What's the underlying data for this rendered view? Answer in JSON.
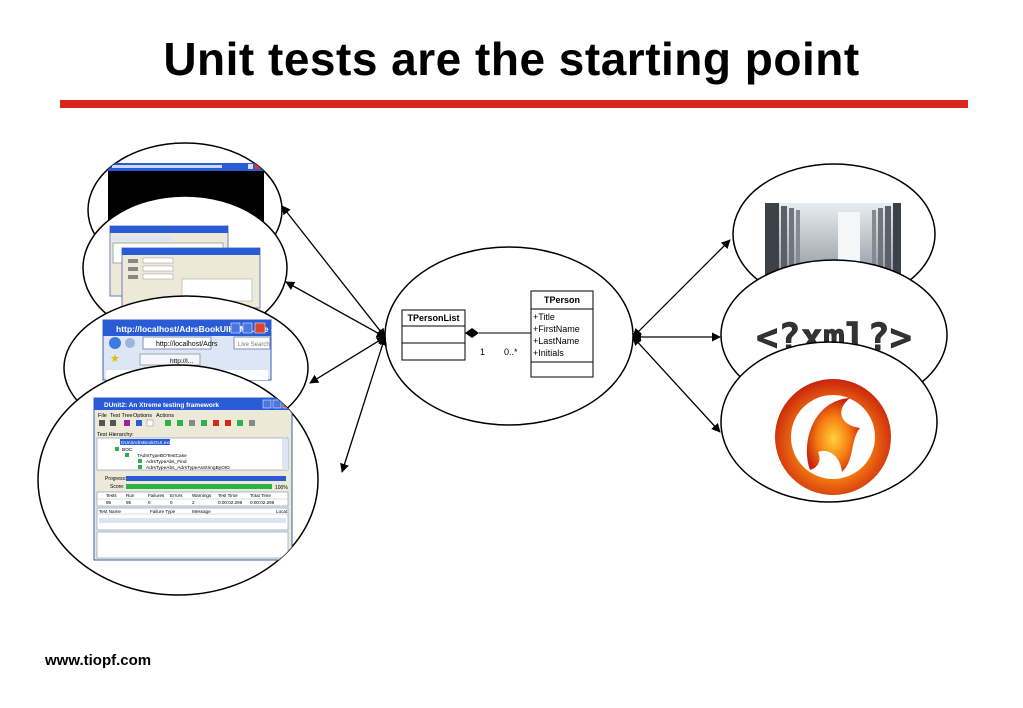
{
  "title": "Unit tests are the starting point",
  "footer": "www.tiopf.com",
  "uml": {
    "class_a": "TPersonList",
    "class_b": "TPerson",
    "attributes": [
      "+Title",
      "+FirstName",
      "+LastName",
      "+Initials"
    ],
    "mult_left": "1",
    "mult_right": "0..*"
  },
  "browser": {
    "title": "http://localhost/AdrsBookUIHTML.exe - ...",
    "address": "http://localhost/Adrs",
    "search": "Live Search",
    "tab": "http://l..."
  },
  "dunit": {
    "title": "DUnit2: An Xtreme testing framework",
    "menu": [
      "File",
      "Test Tree",
      "Options",
      "Actions"
    ],
    "hierarchy_label": "Test Hierarchy:",
    "tree": [
      "DUnitAdrsBookGUI.exe",
      "BOC",
      "TAdrsTypeBOTestCase",
      "AdrsTypeAbs_Find",
      "AdrsTypeAbs_AdrsTypeAsStringByOID"
    ],
    "progress_label": "Progress:",
    "score_label": "Score:",
    "score_value": "100%",
    "stats_headers": [
      "Tests",
      "Run",
      "Failures",
      "Errors",
      "Warnings",
      "Test Time",
      "Total Time"
    ],
    "stats_values": [
      "95",
      "95",
      "0",
      "0",
      "2",
      "0:00:02.296",
      "0:00:02.296"
    ],
    "fail_headers": [
      "Test Name",
      "Failure Type",
      "Message",
      "Locat"
    ]
  },
  "xml_text": "<?xml?>",
  "colors": {
    "accent": "#d9251c",
    "xp_blue": "#2a5bd7"
  }
}
